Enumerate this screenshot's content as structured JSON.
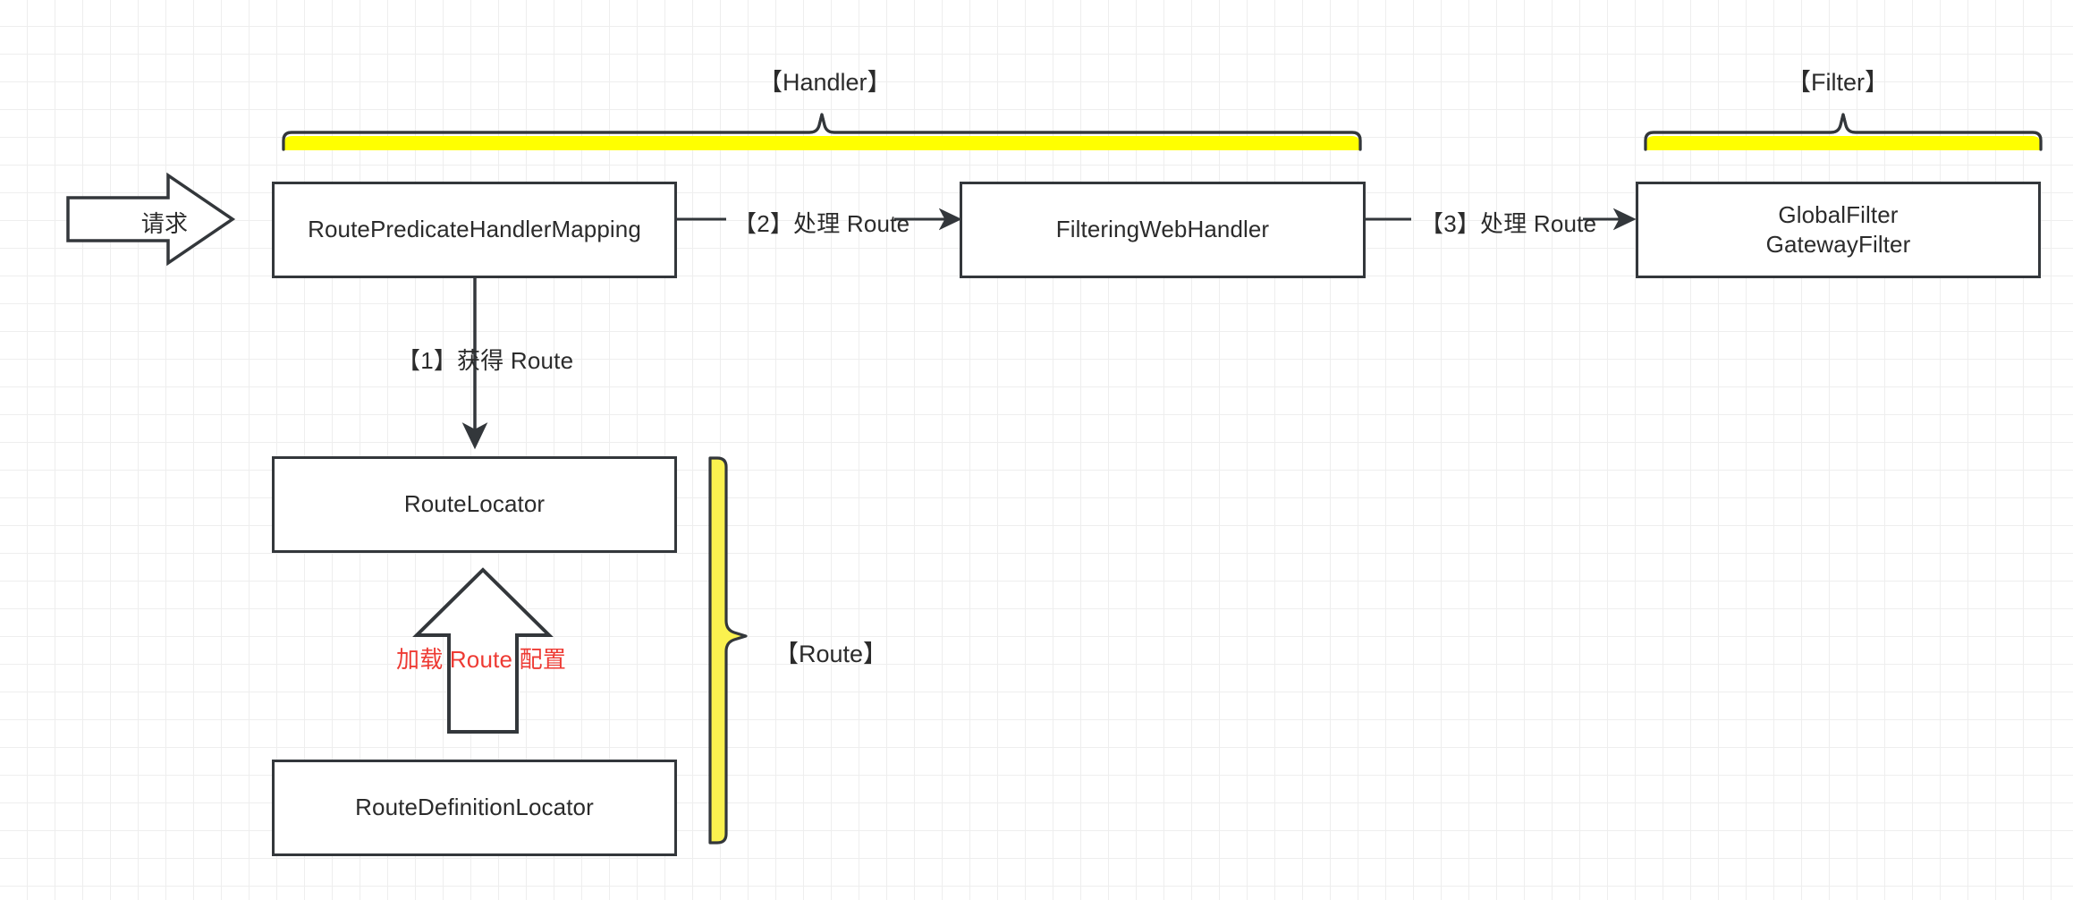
{
  "diagram": {
    "title_note": "Spring Cloud Gateway request processing flow",
    "background": {
      "grid_minor_color": "#eeeeee",
      "grid_major_color": "#e2e2e2",
      "page_color": "#ffffff"
    },
    "colors": {
      "stroke": "#33373b",
      "text": "#2b2b2b",
      "accent_yellow": "#ffff00",
      "accent_yellow_soft": "#faf14f",
      "red": "#ee3b34"
    },
    "request_arrow": {
      "label": "请求"
    },
    "nodes": [
      {
        "id": "route-predicate-handler-mapping",
        "label": "RoutePredicateHandlerMapping"
      },
      {
        "id": "filtering-web-handler",
        "label": "FilteringWebHandler"
      },
      {
        "id": "global-gateway-filter",
        "line1": "GlobalFilter",
        "line2": "GatewayFilter"
      },
      {
        "id": "route-locator",
        "label": "RouteLocator"
      },
      {
        "id": "route-definition-locator",
        "label": "RouteDefinitionLocator"
      }
    ],
    "edges": [
      {
        "id": "edge-1",
        "label": "【1】获得 Route"
      },
      {
        "id": "edge-2",
        "label": "【2】处理 Route"
      },
      {
        "id": "edge-3",
        "label": "【3】处理 Route"
      },
      {
        "id": "edge-load",
        "label": "加载 Route 配置",
        "color": "#ee3b34"
      }
    ],
    "brackets": [
      {
        "id": "handler-bracket",
        "label": "【Handler】",
        "orientation": "horizontal"
      },
      {
        "id": "filter-bracket",
        "label": "【Filter】",
        "orientation": "horizontal"
      },
      {
        "id": "route-bracket",
        "label": "【Route】",
        "orientation": "vertical"
      }
    ]
  }
}
